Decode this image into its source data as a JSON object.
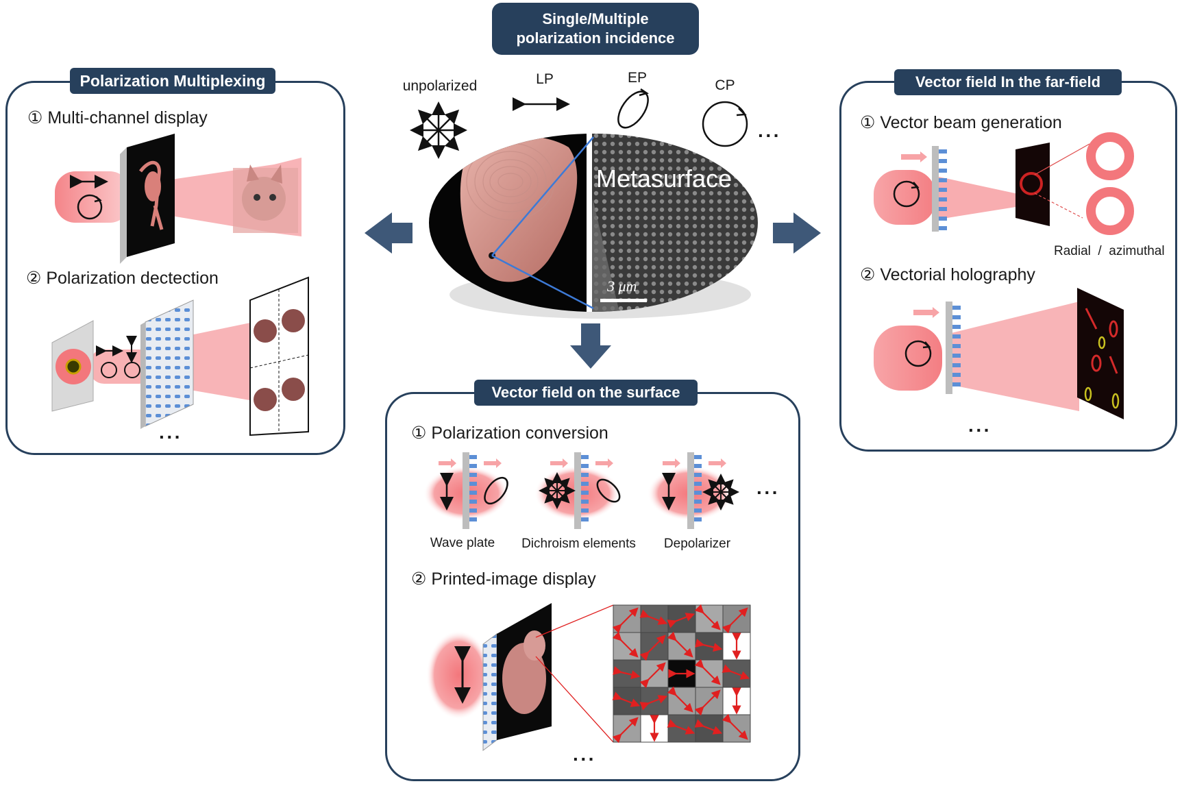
{
  "incidence": {
    "title_line1": "Single/Multiple",
    "title_line2": "polarization incidence",
    "states": [
      "unpolarized",
      "LP",
      "EP",
      "CP"
    ],
    "ellipsis": "···"
  },
  "center": {
    "metasurface_label": "Metasurface",
    "scale_label": "3 μm"
  },
  "left": {
    "title": "Polarization Multiplexing",
    "item1": "① Multi-channel display",
    "item2": "② Polarization dectection",
    "ellipsis": "···"
  },
  "right": {
    "title": "Vector field In the far-field",
    "item1": "① Vector beam generation",
    "mode_label": "Radial  /  azimuthal",
    "item2": "② Vectorial holography",
    "ellipsis": "···"
  },
  "bottom": {
    "title": "Vector field on the surface",
    "item1": "① Polarization conversion",
    "devices": [
      "Wave plate",
      "Dichroism elements",
      "Depolarizer"
    ],
    "ellipsis": "···",
    "item2": "② Printed-image display",
    "ellipsis2": "···"
  },
  "colors": {
    "panel_border": "#27405c",
    "beam": "#f3777c",
    "arrow": "#3e5878",
    "meta_pillar": "#5c8fd6",
    "field_arrow": "#e02020"
  }
}
